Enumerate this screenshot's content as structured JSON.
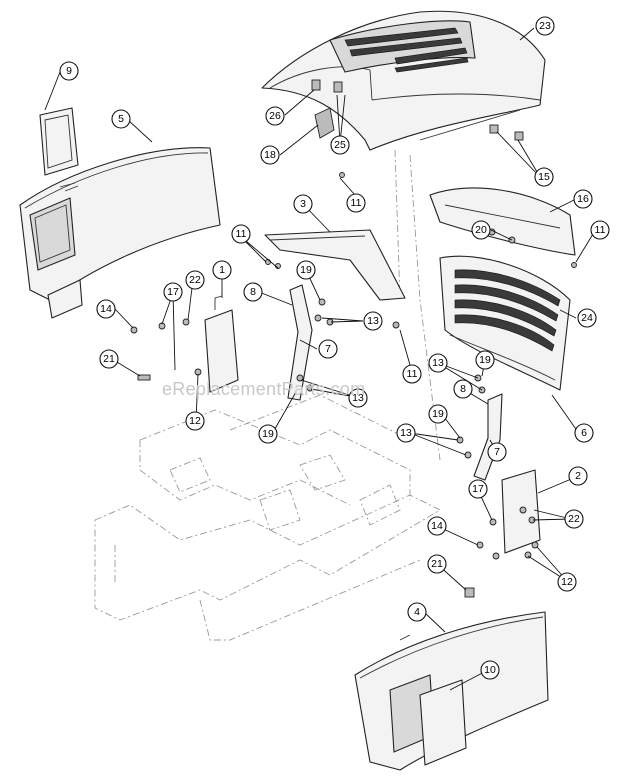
{
  "watermark": "eReplacementParts.com",
  "callouts": [
    {
      "id": "c23",
      "label": "23"
    },
    {
      "id": "c9",
      "label": "9"
    },
    {
      "id": "c26",
      "label": "26"
    },
    {
      "id": "c25",
      "label": "25"
    },
    {
      "id": "c18",
      "label": "18"
    },
    {
      "id": "c5",
      "label": "5"
    },
    {
      "id": "c15",
      "label": "15"
    },
    {
      "id": "c3",
      "label": "3"
    },
    {
      "id": "c11a",
      "label": "11"
    },
    {
      "id": "c16",
      "label": "16"
    },
    {
      "id": "c20",
      "label": "20"
    },
    {
      "id": "c11b",
      "label": "11"
    },
    {
      "id": "c11c",
      "label": "11"
    },
    {
      "id": "c1",
      "label": "1"
    },
    {
      "id": "c19a",
      "label": "19"
    },
    {
      "id": "c22a",
      "label": "22"
    },
    {
      "id": "c17a",
      "label": "17"
    },
    {
      "id": "c8a",
      "label": "8"
    },
    {
      "id": "c24",
      "label": "24"
    },
    {
      "id": "c14a",
      "label": "14"
    },
    {
      "id": "c13a",
      "label": "13"
    },
    {
      "id": "c7a",
      "label": "7"
    },
    {
      "id": "c21a",
      "label": "21"
    },
    {
      "id": "c11d",
      "label": "11"
    },
    {
      "id": "c13b",
      "label": "13"
    },
    {
      "id": "c19b",
      "label": "19"
    },
    {
      "id": "c8b",
      "label": "8"
    },
    {
      "id": "c13c",
      "label": "13"
    },
    {
      "id": "c12a",
      "label": "12"
    },
    {
      "id": "c19c",
      "label": "19"
    },
    {
      "id": "c6",
      "label": "6"
    },
    {
      "id": "c19d",
      "label": "19"
    },
    {
      "id": "c13d",
      "label": "13"
    },
    {
      "id": "c7b",
      "label": "7"
    },
    {
      "id": "c2",
      "label": "2"
    },
    {
      "id": "c17b",
      "label": "17"
    },
    {
      "id": "c22b",
      "label": "22"
    },
    {
      "id": "c14b",
      "label": "14"
    },
    {
      "id": "c12b",
      "label": "12"
    },
    {
      "id": "c21b",
      "label": "21"
    },
    {
      "id": "c4",
      "label": "4"
    },
    {
      "id": "c10",
      "label": "10"
    }
  ]
}
